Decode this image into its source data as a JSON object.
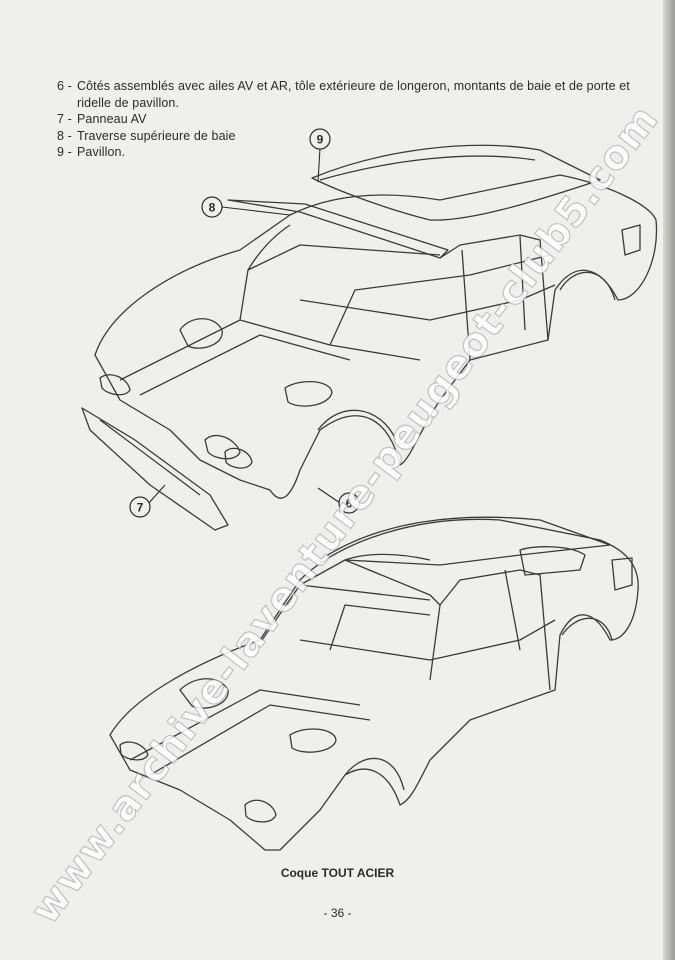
{
  "legend": [
    {
      "num": "6 -",
      "text": "Côtés assemblés avec ailes AV et AR, tôle extérieure de longeron, montants de baie et de porte et ridelle de pavillon."
    },
    {
      "num": "7 -",
      "text": "Panneau AV"
    },
    {
      "num": "8 -",
      "text": "Traverse supérieure de baie"
    },
    {
      "num": "9 -",
      "text": "Pavillon."
    }
  ],
  "callouts": {
    "c6": "6",
    "c7": "7",
    "c8": "8",
    "c9": "9"
  },
  "caption": {
    "prefix": "Coque",
    "strong": "TOUT ACIER"
  },
  "page_number": "- 36 -",
  "watermark": "www.archive-laventure-peugeot-club5.com",
  "colors": {
    "paper": "#efefeb",
    "ink": "#2b2b2b"
  }
}
